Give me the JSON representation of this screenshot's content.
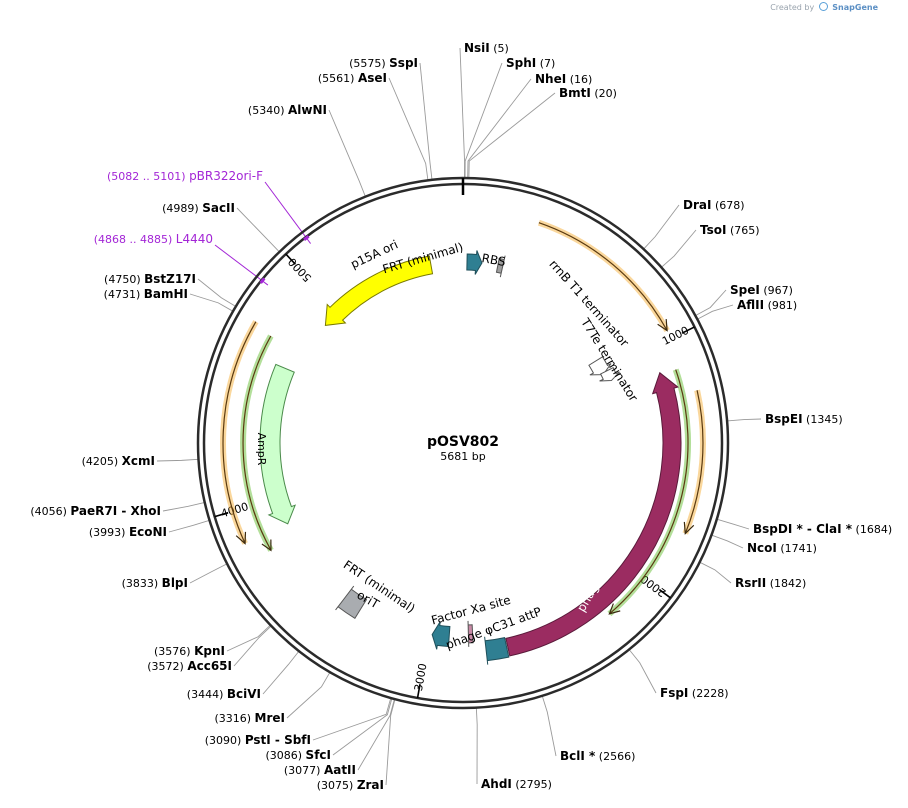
{
  "credit": {
    "text": "Created by",
    "brand": "SnapGene"
  },
  "plasmid": {
    "name": "pOSV802",
    "length_label": "5681 bp",
    "length": 5681
  },
  "ticks": [
    "1000",
    "2000",
    "3000",
    "4000",
    "5000"
  ],
  "sites": [
    {
      "name": "NsiI",
      "pos": "(5)",
      "side": "right"
    },
    {
      "name": "SphI",
      "pos": "(7)",
      "side": "right"
    },
    {
      "name": "NheI",
      "pos": "(16)",
      "side": "right"
    },
    {
      "name": "BmtI",
      "pos": "(20)",
      "side": "right"
    },
    {
      "name": "DraI",
      "pos": "(678)",
      "side": "right"
    },
    {
      "name": "TsoI",
      "pos": "(765)",
      "side": "right"
    },
    {
      "name": "SpeI",
      "pos": "(967)",
      "side": "right"
    },
    {
      "name": "AflII",
      "pos": "(981)",
      "side": "right"
    },
    {
      "name": "BspEI",
      "pos": "(1345)",
      "side": "right"
    },
    {
      "name": "BspDI * - ClaI *",
      "pos": "(1684)",
      "side": "right"
    },
    {
      "name": "NcoI",
      "pos": "(1741)",
      "side": "right"
    },
    {
      "name": "RsrII",
      "pos": "(1842)",
      "side": "right"
    },
    {
      "name": "FspI",
      "pos": "(2228)",
      "side": "right"
    },
    {
      "name": "BclI *",
      "pos": "(2566)",
      "side": "right"
    },
    {
      "name": "AhdI",
      "pos": "(2795)",
      "side": "right"
    },
    {
      "name": "ZraI",
      "pos": "(3075)",
      "side": "left"
    },
    {
      "name": "AatII",
      "pos": "(3077)",
      "side": "left"
    },
    {
      "name": "SfcI",
      "pos": "(3086)",
      "side": "left"
    },
    {
      "name": "PstI - SbfI",
      "pos": "(3090)",
      "side": "left"
    },
    {
      "name": "MreI",
      "pos": "(3316)",
      "side": "left"
    },
    {
      "name": "BciVI",
      "pos": "(3444)",
      "side": "left"
    },
    {
      "name": "Acc65I",
      "pos": "(3572)",
      "side": "left"
    },
    {
      "name": "KpnI",
      "pos": "(3576)",
      "side": "left"
    },
    {
      "name": "BlpI",
      "pos": "(3833)",
      "side": "left"
    },
    {
      "name": "EcoNI",
      "pos": "(3993)",
      "side": "left"
    },
    {
      "name": "PaeR7I - XhoI",
      "pos": "(4056)",
      "side": "left"
    },
    {
      "name": "XcmI",
      "pos": "(4205)",
      "side": "left"
    },
    {
      "name": "BamHI",
      "pos": "(4731)",
      "side": "left"
    },
    {
      "name": "BstZ17I",
      "pos": "(4750)",
      "side": "left"
    },
    {
      "name": "SacII",
      "pos": "(4989)",
      "side": "left"
    },
    {
      "name": "AlwNI",
      "pos": "(5340)",
      "side": "left"
    },
    {
      "name": "AseI",
      "pos": "(5561)",
      "side": "left"
    },
    {
      "name": "SspI",
      "pos": "(5575)",
      "side": "left"
    }
  ],
  "primers": [
    {
      "name": "pBR322ori-F",
      "pos": "(5082 .. 5101)"
    },
    {
      "name": "L4440",
      "pos": "(4868 .. 4885)"
    }
  ],
  "features": [
    {
      "name": "p15A ori",
      "type": "rep_origin",
      "color": "#ffff00"
    },
    {
      "name": "FRT (minimal)",
      "type": "misc",
      "color": "#2f7f92"
    },
    {
      "name": "RBS",
      "type": "rbs",
      "color": "#9e9e9e"
    },
    {
      "name": "rrnB T1 terminator",
      "type": "terminator",
      "color": "#ffffff"
    },
    {
      "name": "T7Te terminator",
      "type": "terminator",
      "color": "#ffffff"
    },
    {
      "name": "phage φC31 integrase",
      "type": "cds",
      "color": "#9b2c61"
    },
    {
      "name": "phage φC31 attP",
      "type": "misc",
      "color": "#2f7f92"
    },
    {
      "name": "Factor Xa site",
      "type": "site",
      "color": "#c88aa6"
    },
    {
      "name": "FRT (minimal)",
      "type": "misc",
      "color": "#2f7f92"
    },
    {
      "name": "oriT",
      "type": "origin",
      "color": "#a9acb0"
    },
    {
      "name": "AmpR",
      "type": "cds",
      "color": "#ccffcc"
    }
  ],
  "colors": {
    "orf_orange": "#f5a623",
    "orf_green": "#56b820",
    "primer": "#a326d6"
  }
}
